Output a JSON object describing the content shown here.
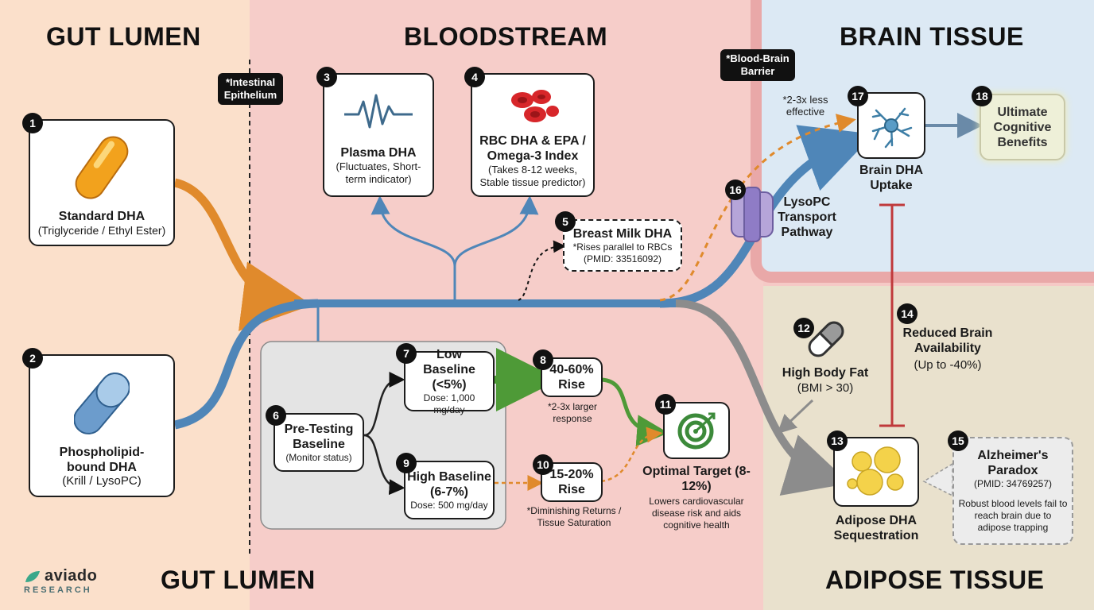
{
  "zones": {
    "gut_top": "GUT LUMEN",
    "gut_bottom": "GUT LUMEN",
    "blood": "BLOODSTREAM",
    "brain": "BRAIN TISSUE",
    "adipose": "ADIPOSE TISSUE"
  },
  "barriers": {
    "intestinal": "*Intestinal Epithelium",
    "bbb": "*Blood-Brain Barrier"
  },
  "nodes": {
    "n1": {
      "num": "1",
      "title": "Standard DHA",
      "sub": "(Triglyceride / Ethyl Ester)"
    },
    "n2": {
      "num": "2",
      "title": "Phospholipid-bound DHA",
      "sub": "(Krill / LysoPC)"
    },
    "n3": {
      "num": "3",
      "title": "Plasma DHA",
      "sub": "(Fluctuates, Short-term indicator)"
    },
    "n4": {
      "num": "4",
      "title": "RBC DHA & EPA / Omega-3 Index",
      "sub": "(Takes 8-12 weeks, Stable tissue predictor)"
    },
    "n5": {
      "num": "5",
      "title": "Breast Milk DHA",
      "sub": "*Rises parallel to RBCs (PMID: 33516092)"
    },
    "n6": {
      "num": "6",
      "title": "Pre-Testing Baseline",
      "sub": "(Monitor status)"
    },
    "n7": {
      "num": "7",
      "title": "Low Baseline (<5%)",
      "sub": "Dose: 1,000 mg/day"
    },
    "n8": {
      "num": "8",
      "title": "40-60% Rise",
      "note": "*2-3x larger response"
    },
    "n9": {
      "num": "9",
      "title": "High Baseline (6-7%)",
      "sub": "Dose: 500 mg/day"
    },
    "n10": {
      "num": "10",
      "title": "15-20% Rise",
      "note": "*Diminishing Returns / Tissue Saturation"
    },
    "n11": {
      "num": "11",
      "title": "Optimal Target (8-12%)",
      "sub": "Lowers cardiovascular disease risk and aids cognitive health"
    },
    "n12": {
      "num": "12",
      "title": "High Body Fat",
      "sub": "(BMI > 30)"
    },
    "n13": {
      "num": "13",
      "title": "Adipose DHA Sequestration"
    },
    "n14": {
      "num": "14",
      "title": "Reduced Brain Availability",
      "sub": "(Up to -40%)"
    },
    "n15": {
      "num": "15",
      "title": "Alzheimer's Paradox",
      "pmid": "(PMID: 34769257)",
      "sub": "Robust blood levels fail to reach brain due to adipose trapping"
    },
    "n16": {
      "num": "16",
      "title": "LysoPC Transport Pathway"
    },
    "n17": {
      "num": "17",
      "title": "Brain DHA Uptake",
      "note": "*2-3x less effective"
    },
    "n18": {
      "num": "18",
      "title": "Ultimate Cognitive Benefits"
    }
  },
  "logo": {
    "name": "aviado",
    "sub": "RESEARCH"
  },
  "icons": {
    "n1": "yellow-capsule-icon",
    "n2": "blue-capsule-icon",
    "n3": "waveform-icon",
    "n4": "red-blood-cells-icon",
    "n11": "target-icon",
    "n12": "pill-icon",
    "n13": "fat-cells-icon",
    "n16": "membrane-channel-icon",
    "n17": "neuron-icon"
  },
  "colors": {
    "gut_bg": "#fbe0cb",
    "blood_bg": "#f6cdc9",
    "brain_bg": "#dce9f4",
    "adipose_bg": "#e9e1cd",
    "orange_flow": "#e08a2c",
    "blue_flow": "#4f86b8",
    "green_flow": "#4e9a37",
    "gray_flow": "#8c8c8c",
    "red_inhibit": "#c0393b"
  }
}
